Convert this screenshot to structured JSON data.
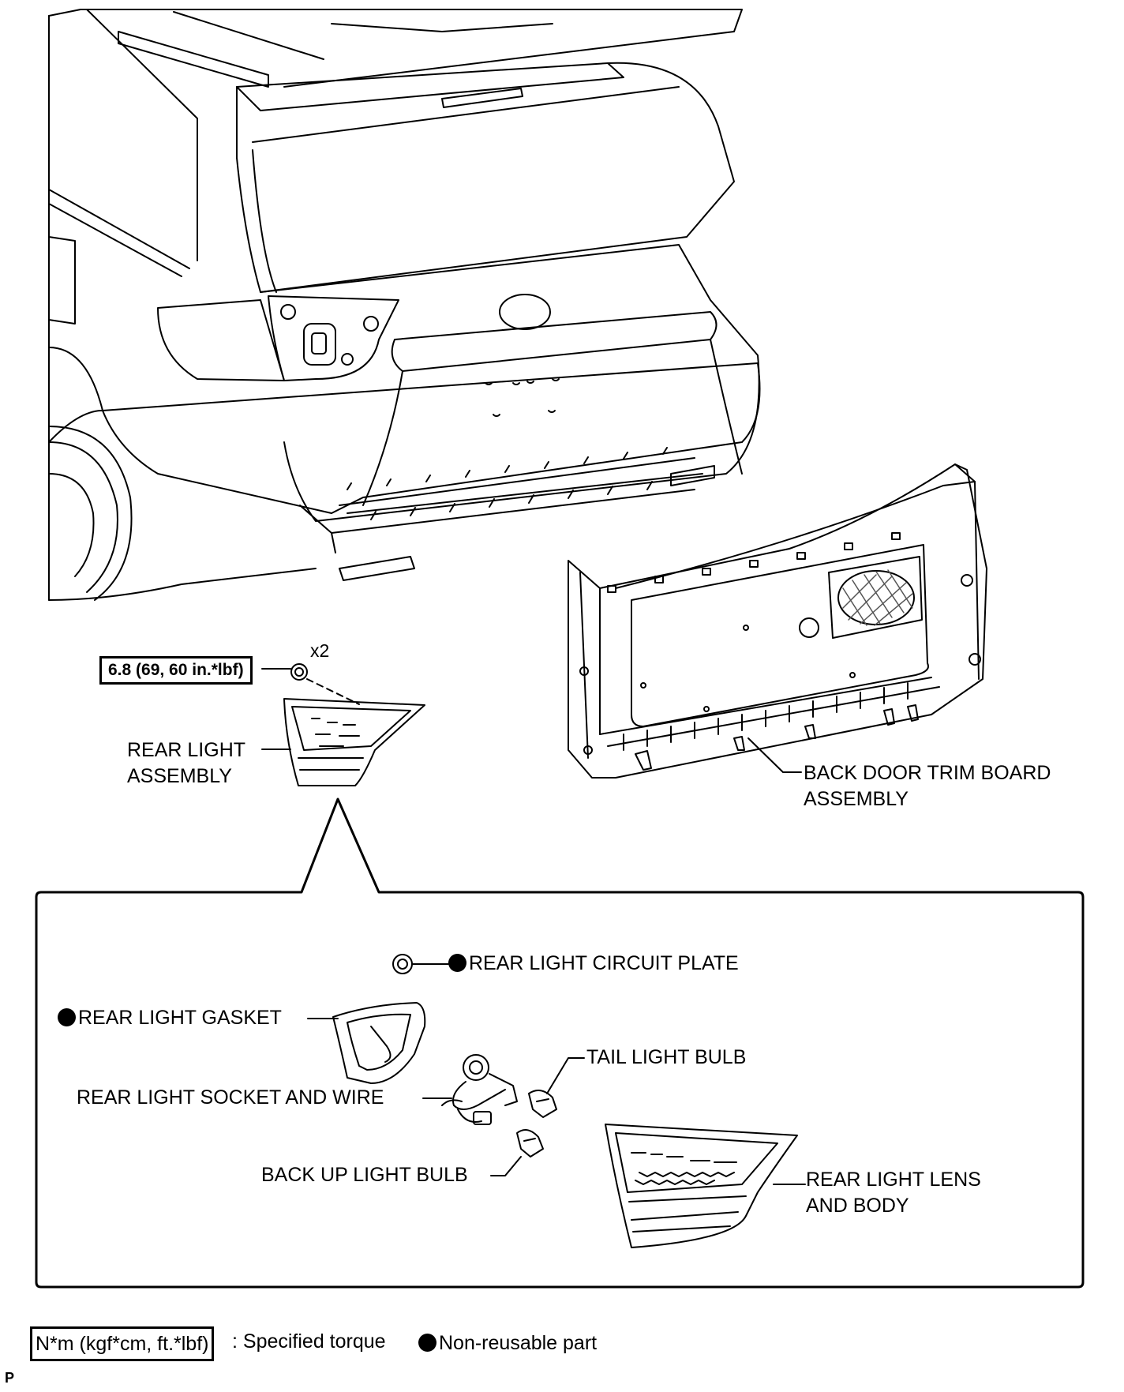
{
  "quantity_label": "x2",
  "torque_spec": "6.8 (69, 60 in.*lbf)",
  "parts": {
    "rear_light_assembly": [
      "REAR LIGHT",
      "ASSEMBLY"
    ],
    "back_door_trim_board": [
      "BACK DOOR TRIM BOARD",
      "ASSEMBLY"
    ],
    "rear_light_circuit_plate": "REAR LIGHT CIRCUIT PLATE",
    "rear_light_gasket": "REAR LIGHT GASKET",
    "tail_light_bulb": "TAIL LIGHT BULB",
    "rear_light_socket_and_wire": "REAR LIGHT SOCKET AND WIRE",
    "back_up_light_bulb": "BACK UP LIGHT BULB",
    "rear_light_lens_and_body": [
      "REAR LIGHT LENS",
      "AND BODY"
    ]
  },
  "legend": {
    "torque_unit": "N*m (kgf*cm, ft.*lbf)",
    "torque_desc": ": Specified torque",
    "non_reusable": "Non-reusable part"
  },
  "corner_mark": "P",
  "colors": {
    "line": "#000000",
    "background": "#ffffff",
    "grille": "#555555"
  }
}
